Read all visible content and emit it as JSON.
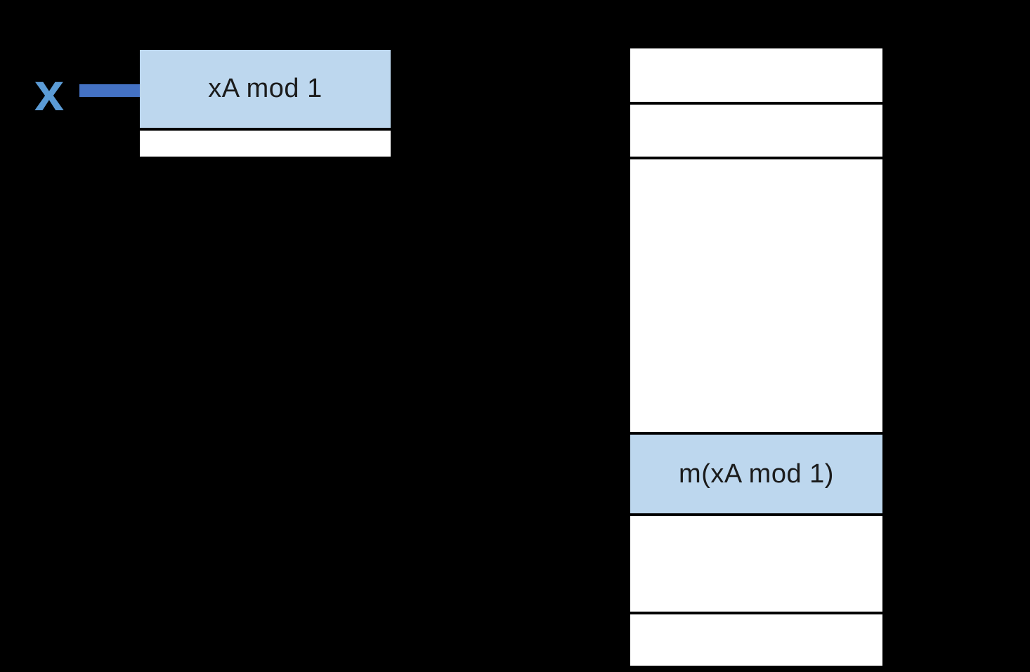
{
  "colors": {
    "background": "#000000",
    "cell_fill": "#FFFFFF",
    "highlight_fill": "#BDD7EE",
    "arrow": "#4472C4",
    "input_label": "#5B9BD5",
    "text": "#1B1B1B"
  },
  "input": {
    "label": "x"
  },
  "arrow_icon": "right-arrow",
  "hash_function_table": {
    "cells": [
      {
        "label": "xA mod 1",
        "highlighted": true
      },
      {
        "label": "",
        "highlighted": false
      }
    ]
  },
  "bucket_table": {
    "cells": [
      {
        "label": "",
        "highlighted": false
      },
      {
        "label": "",
        "highlighted": false
      },
      {
        "label": "",
        "highlighted": false
      },
      {
        "label": "m(xA mod 1)",
        "highlighted": true
      },
      {
        "label": "",
        "highlighted": false
      },
      {
        "label": "",
        "highlighted": false
      }
    ]
  }
}
